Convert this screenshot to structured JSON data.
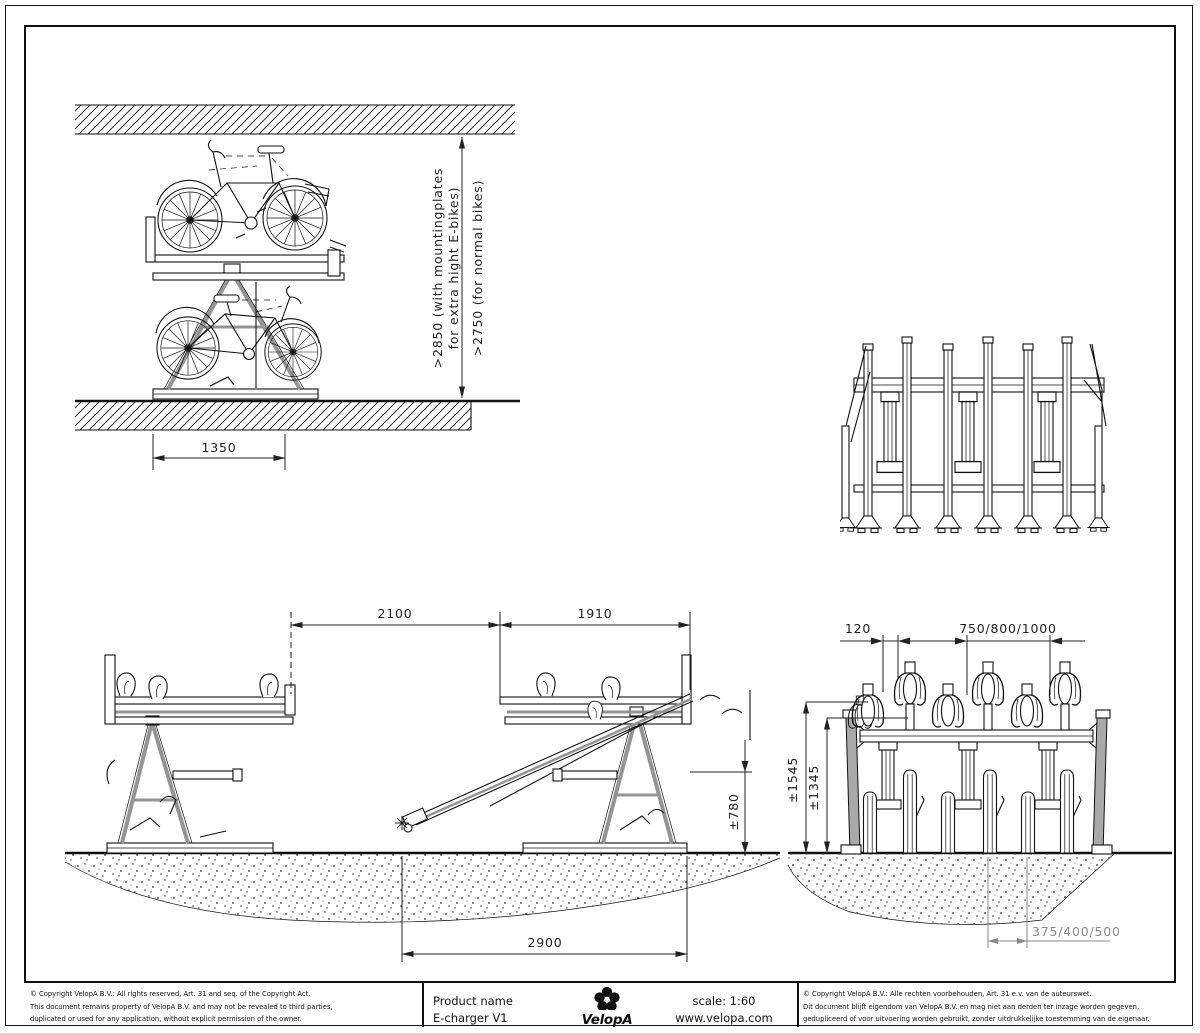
{
  "sheet": {
    "background": "#ffffff",
    "ink": "#111111",
    "gray_accent": "#949494",
    "dim_gray": "#8a8a8a"
  },
  "views": {
    "side_clearance": {
      "dims": {
        "height_ebike_line1": ">2850 (with mountingplates",
        "height_ebike_line2": "for extra hight E-bikes)",
        "height_normal": ">2750 (for normal bikes)",
        "footprint_width": "1350"
      }
    },
    "side_rows": {
      "dims": {
        "aisle": "2100",
        "tray_extended": "1910",
        "handle_height": "±780",
        "row_depth": "2900"
      }
    },
    "front_dimensions": {
      "dims": {
        "holder_offset": "120",
        "holder_pitch": "750/800/1000",
        "upper_tier_height": "±1545",
        "lower_tier_height": "±1345",
        "foundation_spacing": "375/400/500"
      }
    }
  },
  "titleblock": {
    "copyright_en": [
      "© Copyright VelopA B.V.: All rights reserved, Art. 31 and seq. of the Copyright Act.",
      "This document remains property of VelopA B.V. and may not be revealed to third parties,",
      "duplicated or used for any application, without explicit permission of the owner."
    ],
    "product_label": "Product name",
    "product_name": "E-charger V1",
    "brand": "VelopA",
    "scale": "scale: 1:60",
    "website": "www.velopa.com",
    "copyright_nl": [
      "© Copyright VelopA B.V.: Alle rechten voorbehouden, Art. 31 e.v. van de auteurswet.",
      "Dit document blijft eigendom van VelopA B.V. en mag niet aan derden ter inzage worden gegeven,",
      "gedupliceerd of voor uitvoering worden gebruikt, zonder uitdrukkelijke toestemming van de eigenaar."
    ]
  }
}
